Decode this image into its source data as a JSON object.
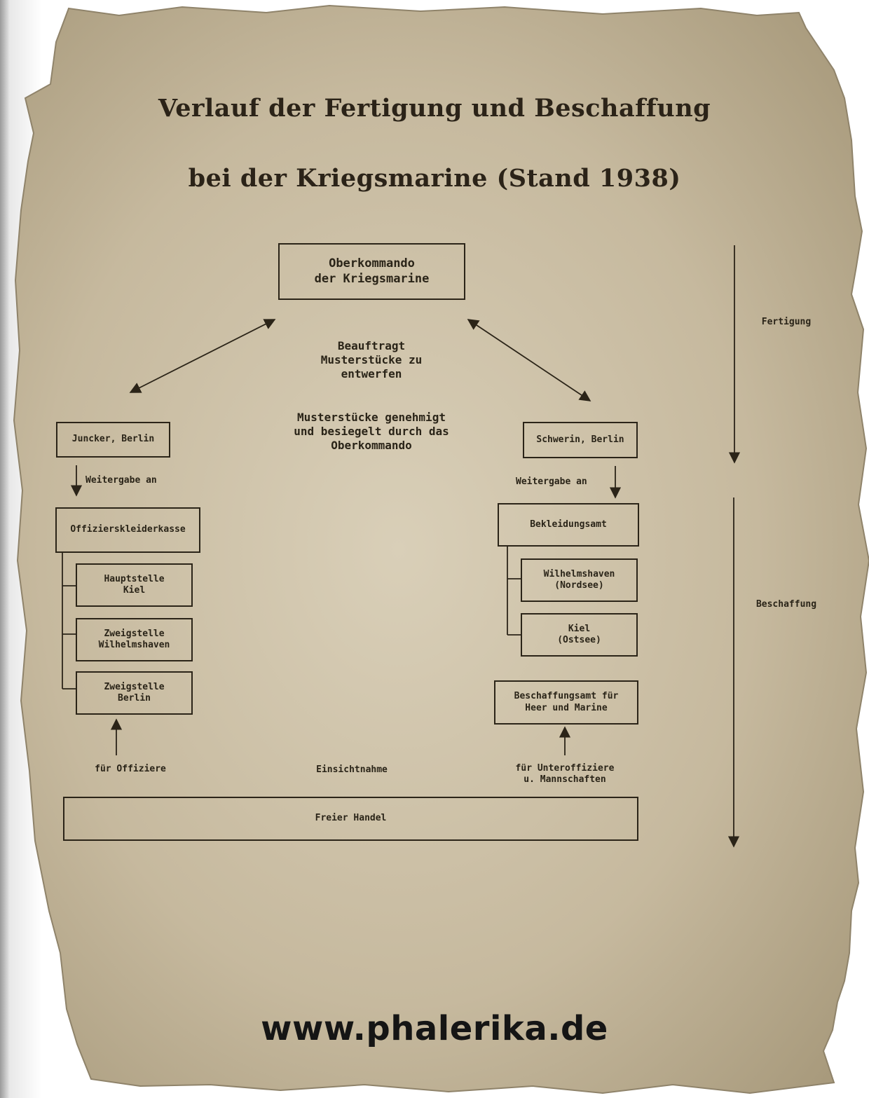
{
  "title": [
    "Verlauf der Fertigung und Beschaffung",
    "bei der Kriegsmarine (Stand 1938)"
  ],
  "top_box": "Oberkommando\nder Kriegsmarine",
  "center_text_1": "Beauftragt\nMusterstücke zu\nentwerfen",
  "center_text_2": "Musterstücke genehmigt\nund besiegelt durch das\nOberkommando",
  "left": {
    "maker": "Juncker, Berlin",
    "handover": "Weitergabe an",
    "office": "Offizierskleiderkasse",
    "branches": [
      "Hauptstelle\nKiel",
      "Zweigstelle\nWilhelmshaven",
      "Zweigstelle\nBerlin"
    ],
    "audience": "für Offiziere"
  },
  "right": {
    "maker": "Schwerin, Berlin",
    "handover": "Weitergabe an",
    "office": "Bekleidungsamt",
    "branches": [
      "Wilhelmshaven\n(Nordsee)",
      "Kiel\n(Ostsee)"
    ],
    "procurement": "Beschaffungsamt für\nHeer und Marine",
    "audience": "für Unteroffiziere\nu. Mannschaften"
  },
  "inspection": "Einsichtnahme",
  "market": "Freier Handel",
  "side_labels": {
    "production": "Fertigung",
    "procurement": "Beschaffung"
  },
  "footer_url": "www.phalerika.de",
  "colors": {
    "paper": "#cbbfa6",
    "ink": "#2b2418",
    "paper_edge": "#8f836a"
  }
}
